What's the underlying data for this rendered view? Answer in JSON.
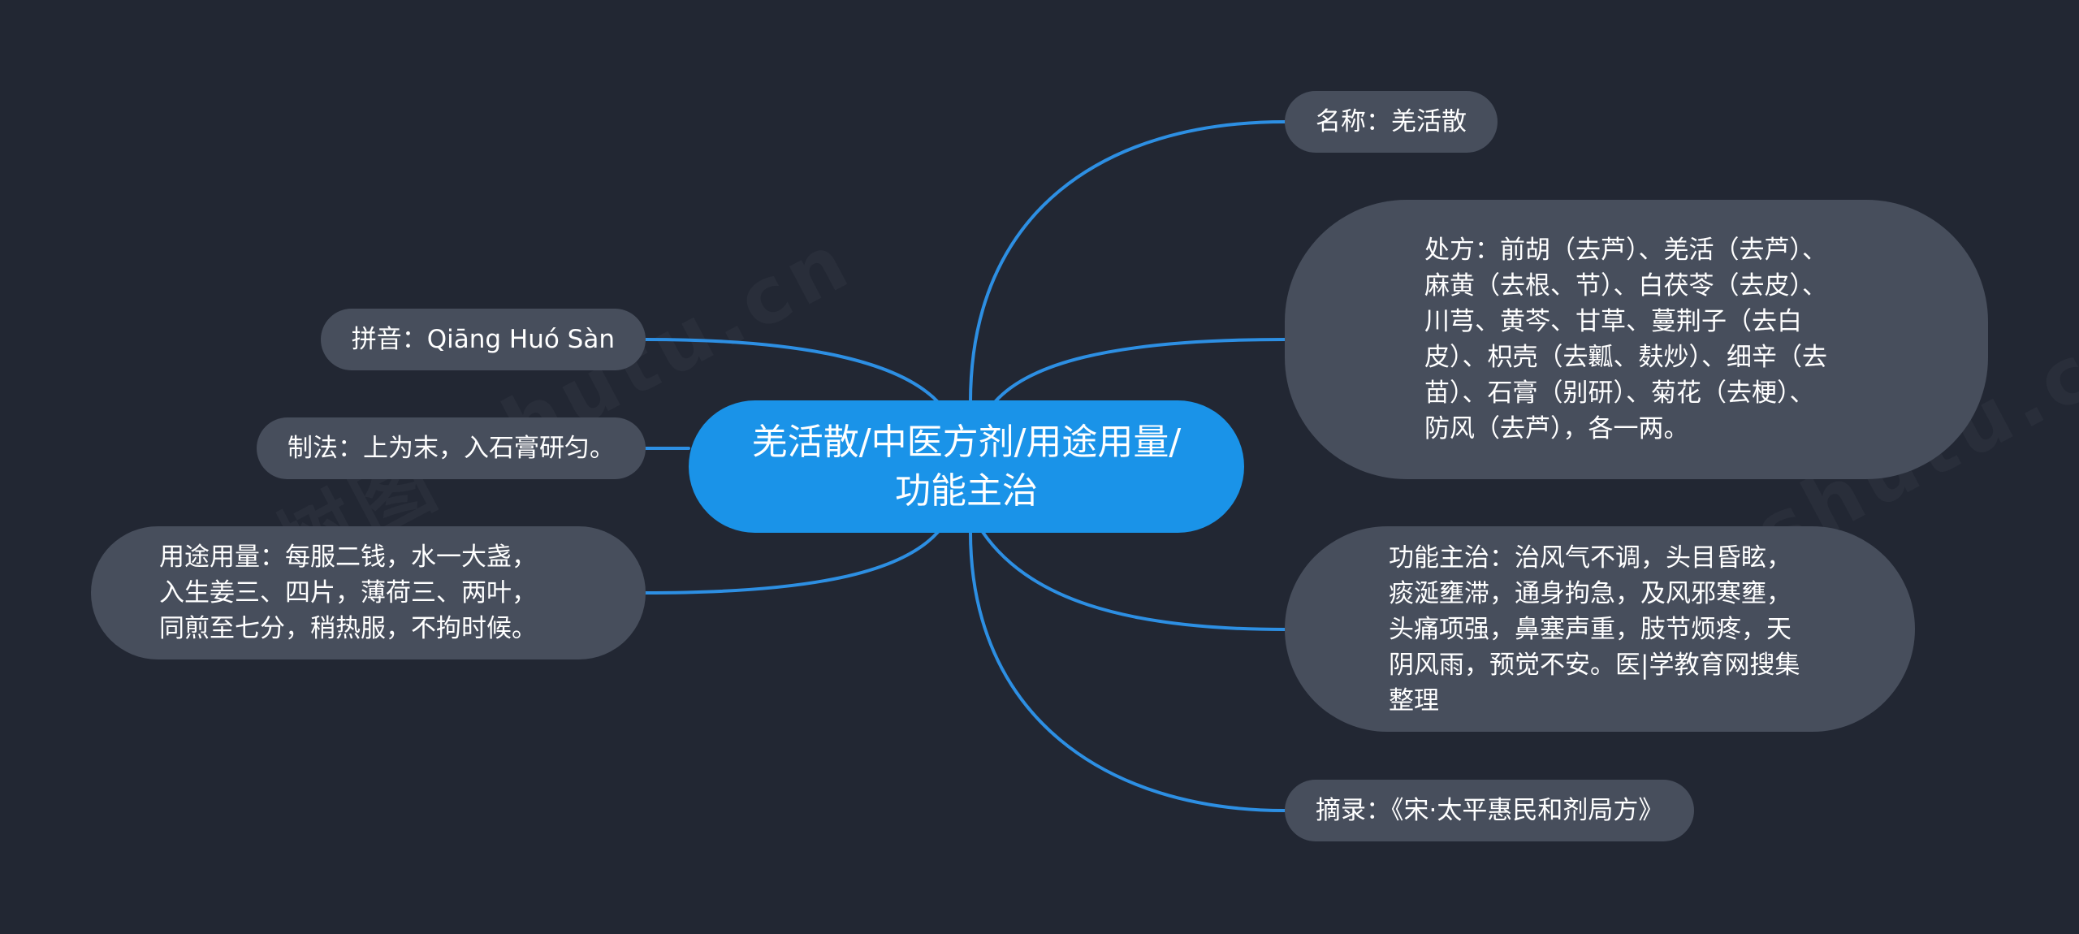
{
  "colors": {
    "background": "#222733",
    "root_fill": "#1a93e8",
    "node_fill": "#474e5c",
    "connector": "#2d8fe3",
    "text": "#ffffff"
  },
  "root": {
    "label": "羌活散/中医方剂/用途用量/功能主治"
  },
  "right_nodes": [
    {
      "id": "name",
      "label": "名称：羌活散"
    },
    {
      "id": "prescription",
      "label": "处方：前胡（去芦）、羌活（去芦）、麻黄（去根、节）、白茯苓（去皮）、川芎、黄芩、甘草、蔓荆子（去白皮）、枳壳（去瓤、麸炒）、细辛（去苗）、石膏（别研）、菊花（去梗）、防风（去芦），各一两。"
    },
    {
      "id": "indications",
      "label": "功能主治：治风气不调，头目昏眩，痰涎壅滞，通身拘急，及风邪寒壅，头痛项强，鼻塞声重，肢节烦疼，天阴风雨，预觉不安。医|学教育网搜集整理"
    },
    {
      "id": "source",
      "label": "摘录：《宋·太平惠民和剂局方》"
    }
  ],
  "left_nodes": [
    {
      "id": "pinyin",
      "label": "拼音：Qiāng Huó Sàn"
    },
    {
      "id": "preparation",
      "label": "制法：上为末，入石膏研匀。"
    },
    {
      "id": "usage",
      "label": "用途用量：每服二钱，水一大盏，\n入生姜三、四片，薄荷三、两叶，\n同煎至七分，稍热服，不拘时候。"
    }
  ],
  "watermark": "树图 shutu.cn"
}
